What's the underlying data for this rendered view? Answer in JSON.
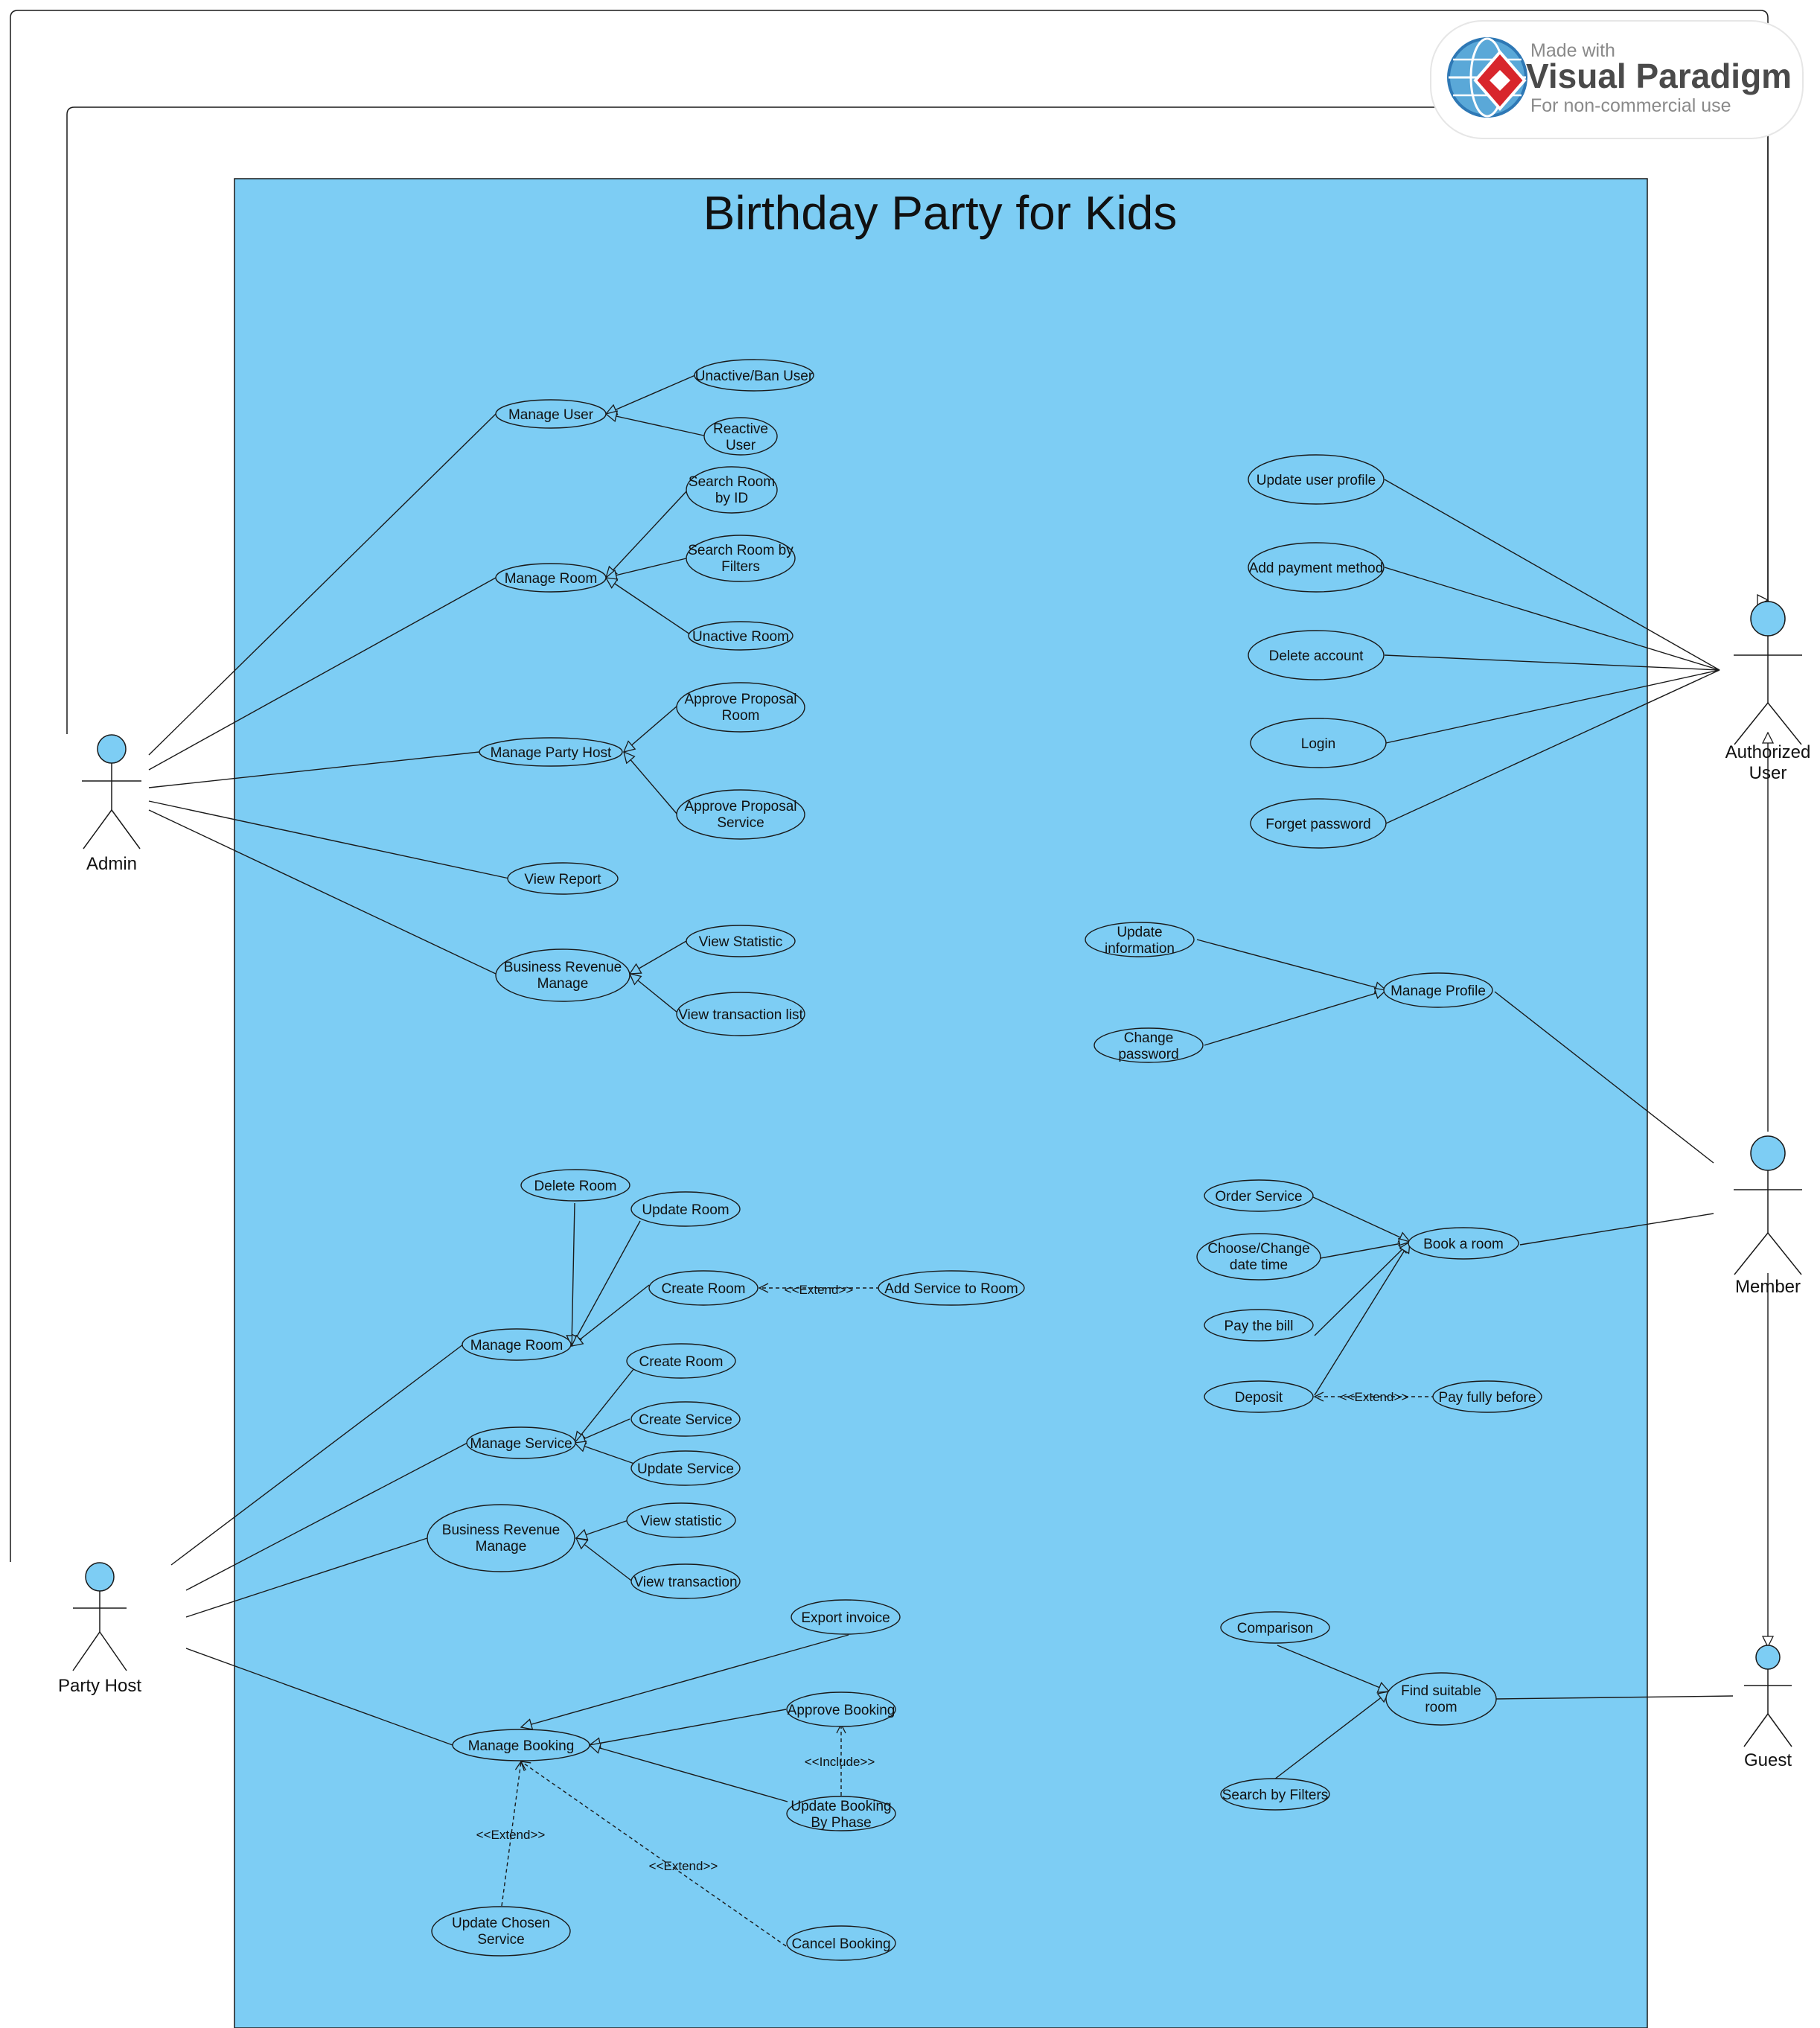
{
  "title": "Birthday Party for Kids",
  "watermark": {
    "line1": "Made with",
    "brand": "Visual Paradigm",
    "line3": "For non-commercial use"
  },
  "colors": {
    "system_fill": "#7dcdf4",
    "actor_head": "#7dcdf4",
    "line": "#1a1a1a"
  },
  "actors": {
    "admin": "Admin",
    "authorized": [
      "Authorized",
      "User"
    ],
    "member": "Member",
    "host": "Party Host",
    "guest": "Guest"
  },
  "usecases": {
    "manage_user": [
      "Manage User"
    ],
    "unactive_ban_user": [
      "Unactive/Ban User"
    ],
    "reactive_user": [
      "Reactive",
      "User"
    ],
    "manage_room_admin": [
      "Manage Room"
    ],
    "search_room_id": [
      "Search Room",
      "by ID"
    ],
    "search_room_filters": [
      "Search Room by",
      "Filters"
    ],
    "unactive_room": [
      "Unactive Room"
    ],
    "manage_party_host": [
      "Manage Party Host"
    ],
    "approve_proposal_room": [
      "Approve Proposal",
      "Room"
    ],
    "approve_proposal_service": [
      "Approve Proposal",
      "Service"
    ],
    "view_report": [
      "View Report"
    ],
    "business_revenue_admin": [
      "Business Revenue",
      "Manage"
    ],
    "view_statistic_admin": [
      "View Statistic"
    ],
    "view_transaction_list": [
      "View transaction list"
    ],
    "update_user_profile": [
      "Update user profile"
    ],
    "add_payment_method": [
      "Add payment method"
    ],
    "delete_account": [
      "Delete account"
    ],
    "login": [
      "Login"
    ],
    "forget_password": [
      "Forget password"
    ],
    "update_information": [
      "Update",
      "information"
    ],
    "change_password": [
      "Change",
      "password"
    ],
    "manage_profile": [
      "Manage Profile"
    ],
    "delete_room": [
      "Delete Room"
    ],
    "update_room": [
      "Update Room"
    ],
    "create_room": [
      "Create Room"
    ],
    "add_service_to_room": [
      "Add Service to Room"
    ],
    "manage_room_host": [
      "Manage Room"
    ],
    "create_room_2": [
      "Create Room"
    ],
    "create_service": [
      "Create Service"
    ],
    "update_service": [
      "Update Service"
    ],
    "manage_service": [
      "Manage Service"
    ],
    "business_revenue_host": [
      "Business Revenue",
      "Manage"
    ],
    "view_statistic_host": [
      "View statistic"
    ],
    "view_transaction": [
      "View transaction"
    ],
    "export_invoice": [
      "Export invoice"
    ],
    "approve_booking": [
      "Approve Booking"
    ],
    "manage_booking": [
      "Manage Booking"
    ],
    "update_booking_phase": [
      "Update Booking",
      "By Phase"
    ],
    "update_chosen_service": [
      "Update Chosen",
      "Service"
    ],
    "cancel_booking": [
      "Cancel Booking"
    ],
    "order_service": [
      "Order Service"
    ],
    "choose_date_time": [
      "Choose/Change",
      "date time"
    ],
    "pay_bill": [
      "Pay the bill"
    ],
    "deposit": [
      "Deposit"
    ],
    "book_room": [
      "Book a room"
    ],
    "pay_fully_before": [
      "Pay fully before"
    ],
    "comparison": [
      "Comparison"
    ],
    "search_by_filters": [
      "Search by Filters"
    ],
    "find_suitable_room": [
      "Find suitable",
      "room"
    ]
  },
  "relations": {
    "extend_add_service": "<<Extend>>",
    "extend_pay_fully": "<<Extend>>",
    "include_update_booking": "<<Include>>",
    "extend_update_chosen": "<<Extend>>",
    "extend_cancel_booking": "<<Extend>>"
  }
}
